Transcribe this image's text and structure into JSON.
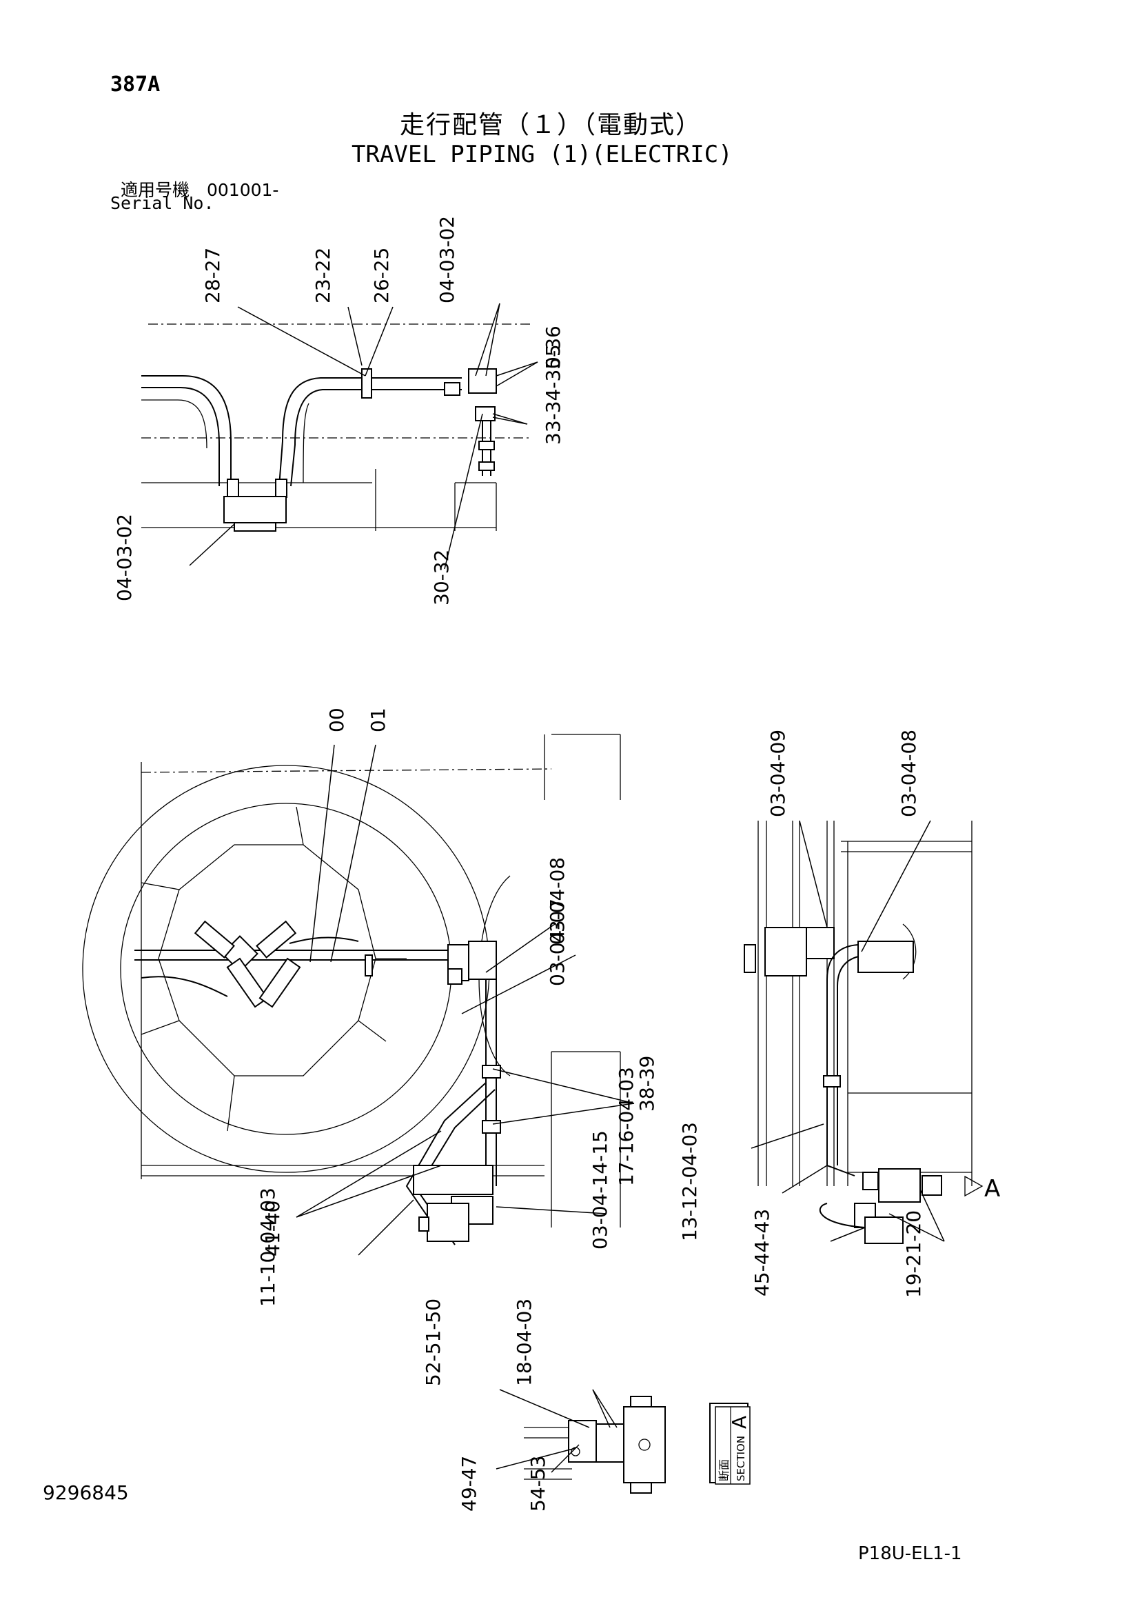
{
  "header": {
    "page_no": "387A",
    "title_jp": "走行配管（１）（電動式）",
    "title_en": "TRAVEL PIPING (1)(ELECTRIC)",
    "serial_jp": "適用号機　001001-",
    "serial_en": "Serial No."
  },
  "footer": {
    "doc_no": "9296845",
    "sheet_no": "P18U-EL1-1"
  },
  "callouts": {
    "top": [
      "28-27",
      "23-22",
      "26-25",
      "04-03-02",
      "05",
      "33-34-35-36",
      "04-03-02",
      "30-32"
    ],
    "main": [
      "00",
      "01",
      "03-04-08",
      "03-04-07",
      "38-39",
      "17-16-04-03",
      "03-04-14-15",
      "41-40",
      "11-10-04-03"
    ],
    "right": [
      "03-04-09",
      "03-04-08",
      "13-12-04-03",
      "45-44-43",
      "19-21-20"
    ],
    "section": [
      "52-51-50",
      "18-04-03",
      "49-47",
      "54-53"
    ]
  },
  "section_box": {
    "jp": "断面",
    "en": "SECTION",
    "letter": "A"
  },
  "view_marker": "A"
}
